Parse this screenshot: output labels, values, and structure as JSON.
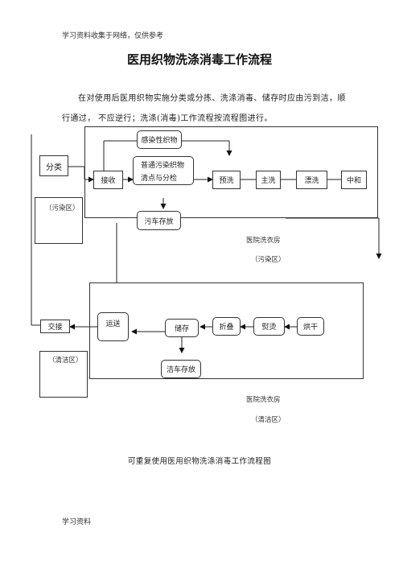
{
  "header": {
    "note": "学习资料收集于网络，仅供参考"
  },
  "document": {
    "title": "医用织物洗涤消毒工作流程",
    "intro_line1": "在对使用后医用织物实施分类或分拣、洗涤消毒、储存时应由污到洁，顺",
    "intro_line2": "行通过，  不应逆行；洗涤(消毒)工作流程按流程图进行。"
  },
  "flowchart": {
    "dirty": {
      "classify": "分类",
      "zone_left": "（污染区）",
      "infectious": "感染性织物",
      "receive": "接收",
      "normal_line1": "普通污染织物",
      "normal_line2": "清点与分检",
      "prewash": "预洗",
      "mainwash": "主洗",
      "rinse": "漂洗",
      "neutralize": "中和",
      "dirty_cart": "污车存放",
      "room_name": "医院洗衣房",
      "room_zone": "（污染区）"
    },
    "clean": {
      "handover": "交接",
      "zone_left": "（清洁区）",
      "transport": "运送",
      "storage": "储存",
      "fold": "折叠",
      "iron": "熨烫",
      "dry": "烘干",
      "clean_cart": "洁车存放",
      "room_name": "医院洗衣房",
      "room_zone": "（清洁区）"
    }
  },
  "caption": "可重复使用医用织物洗涤消毒工作流程图",
  "footer": {
    "note": "学习资料"
  }
}
